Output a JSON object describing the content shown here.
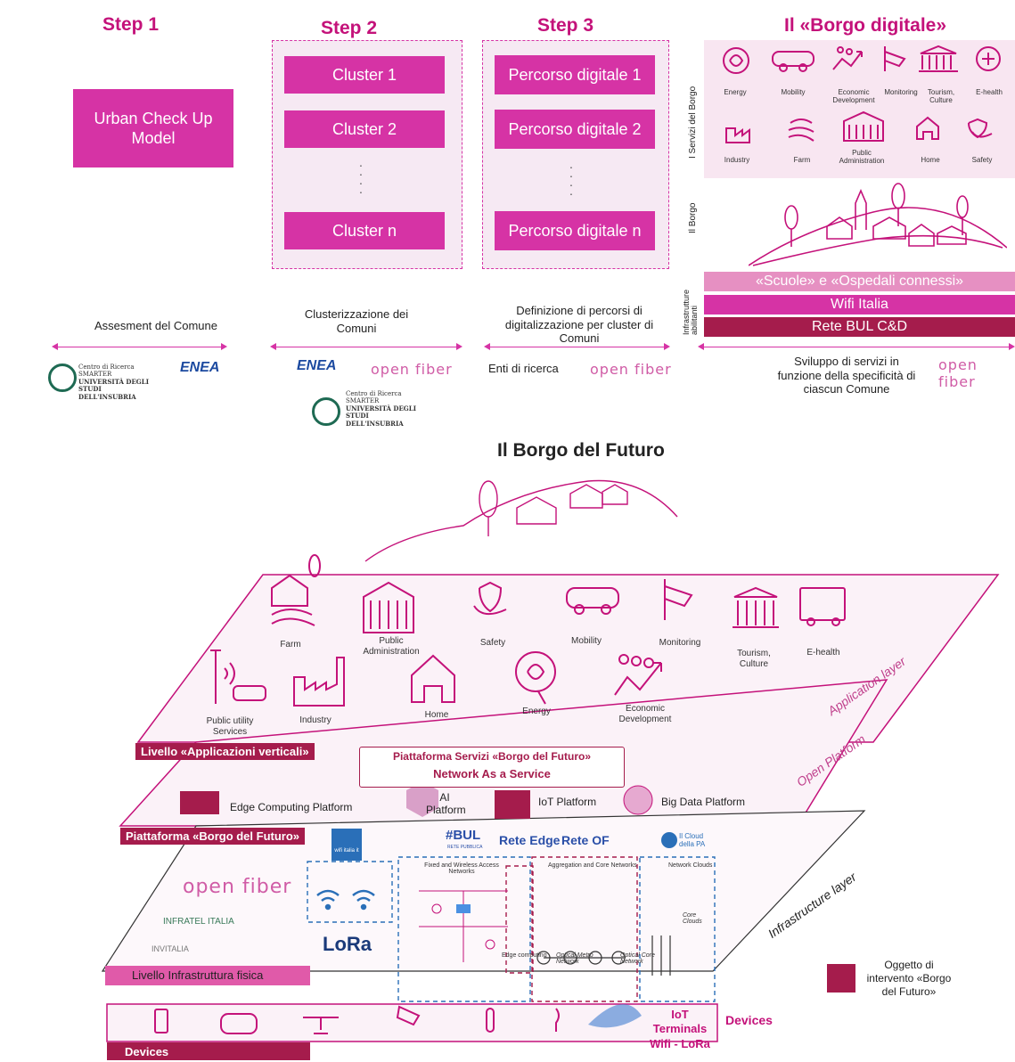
{
  "steps": {
    "step1": "Step 1",
    "step2": "Step 2",
    "step3": "Step 3",
    "borgo_digitale": "Il «Borgo digitale»"
  },
  "step1_box": "Urban Check Up Model",
  "clusters": [
    "Cluster 1",
    "Cluster 2",
    "Cluster n"
  ],
  "percorsi": [
    "Percorso digitale 1",
    "Percorso digitale 2",
    "Percorso digitale n"
  ],
  "captions": {
    "step1": "Assesment del Comune",
    "step2": "Clusterizzazione dei Comuni",
    "step3": "Definizione di percorsi di digitalizzazione per cluster di Comuni",
    "step4": "Sviluppo di servizi in funzione della specificità di ciascun Comune",
    "enti": "Enti di ricerca"
  },
  "logos": {
    "open_fiber": "open fiber",
    "enea": "ENEA",
    "smarter_line1": "Centro di Ricerca SMARTER",
    "smarter_line2": "UNIVERSITÀ DEGLI STUDI",
    "smarter_line3": "DELL'INSUBRIA"
  },
  "borgo_side_labels": {
    "servizi": "I Servizi del Borgo",
    "borgo": "Il Borgo",
    "infrastrutture": "Infrastrutture abilitanti"
  },
  "borgo_services_row1": [
    "Energy",
    "Mobility",
    "Economic Development",
    "Monitoring",
    "Tourism, Culture",
    "E-health"
  ],
  "borgo_services_row2": [
    "Industry",
    "Farm",
    "Public Administration",
    "Home",
    "Safety"
  ],
  "infra_bars": [
    "«Scuole» e «Ospedali connessi»",
    "Wifi Italia",
    "Rete BUL C&D"
  ],
  "future_title": "Il Borgo del Futuro",
  "app_layer": {
    "name": "Application layer",
    "level_label": "Livello «Applicazioni verticali»",
    "items": [
      "Farm",
      "Public Administration",
      "Safety",
      "Mobility",
      "Monitoring",
      "Tourism, Culture",
      "E-health",
      "Public utility Services",
      "Industry",
      "Home",
      "Energy",
      "Economic Development"
    ]
  },
  "platform": {
    "name": "Open Platform",
    "level_label": "Piattaforma «Borgo del Futuro»",
    "box_line1": "Piattaforma Servizi «Borgo del Futuro»",
    "box_line2": "Network As a Service",
    "items": [
      "Edge Computing Platform",
      "AI Platform",
      "IoT Platform",
      "Big Data Platform"
    ]
  },
  "infra": {
    "name": "Infrastructure layer",
    "level_label": "Livello Infrastruttura fisica",
    "rete_edge": "Rete Edge",
    "rete_of": "Rete OF",
    "bul": "#BUL",
    "bul_sub": "RETE PUBBLICA",
    "cloud": "Il Cloud della PA",
    "wifi_badge": "wifi italia it",
    "infratel": "INFRATEL ITALIA",
    "invitalia": "INVITALIA",
    "lora": "LoRa",
    "section1": "Fixed and Wireless Access Networks",
    "section2": "Aggregation and Core Networks",
    "section3": "Network Clouds",
    "edge_computing": "Edge computing",
    "optical_metro": "Optical Metro Network",
    "optical_core": "Optical Core Network",
    "core_clouds": "Core Clouds"
  },
  "devices": {
    "level_label": "Devices",
    "iot": "IoT Terminals Wifi - LoRa",
    "devices_word": "Devices"
  },
  "legend": "Oggetto di intervento «Borgo del Futuro»",
  "colors": {
    "accent": "#d633a5",
    "dark": "#a51c4c",
    "title": "#c4127a"
  }
}
